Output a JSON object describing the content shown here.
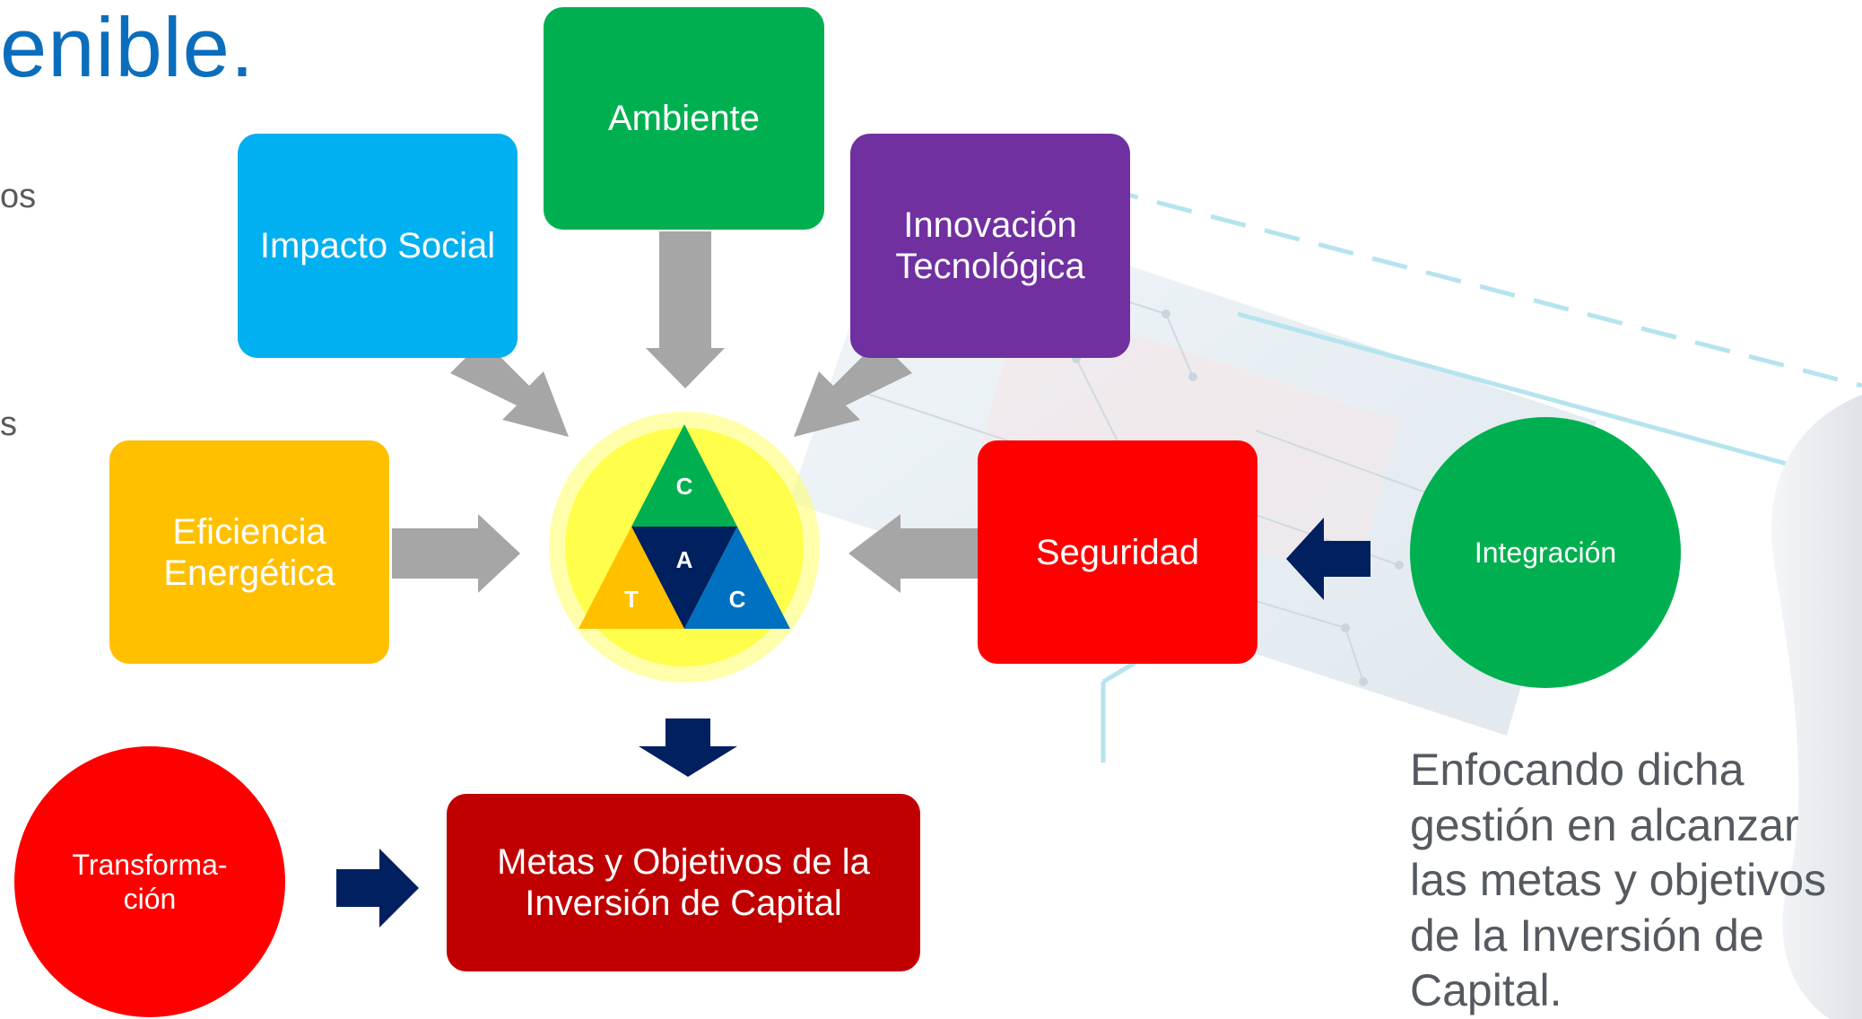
{
  "heading": "enible.",
  "fragments": [
    "os",
    "s"
  ],
  "boxes": {
    "ambiente": "Ambiente",
    "impacto_social": "Impacto Social",
    "innovacion": "Innovación\nTecnológica",
    "eficiencia": "Eficiencia\nEnergética",
    "seguridad": "Seguridad",
    "metas": "Metas y Objetivos de la\nInversión de Capital"
  },
  "circles": {
    "integracion": "Integración",
    "transformacion": "Transforma-\nción"
  },
  "triangle": {
    "top": "C",
    "center": "A",
    "left": "T",
    "right": "C"
  },
  "side_text": "Enfocando dicha gestión en alcanzar las metas y objetivos de la Inversión de Capital.",
  "colors": {
    "ambiente": "#00b050",
    "impacto_social": "#00b0f0",
    "innovacion": "#7030a0",
    "eficiencia": "#ffc000",
    "seguridad": "#ff0000",
    "metas": "#c00000",
    "integracion": "#00b050",
    "transformacion": "#ff0000",
    "gray_arrow": "#a6a6a6",
    "navy_arrow": "#002060",
    "heading": "#0b6ebd"
  }
}
